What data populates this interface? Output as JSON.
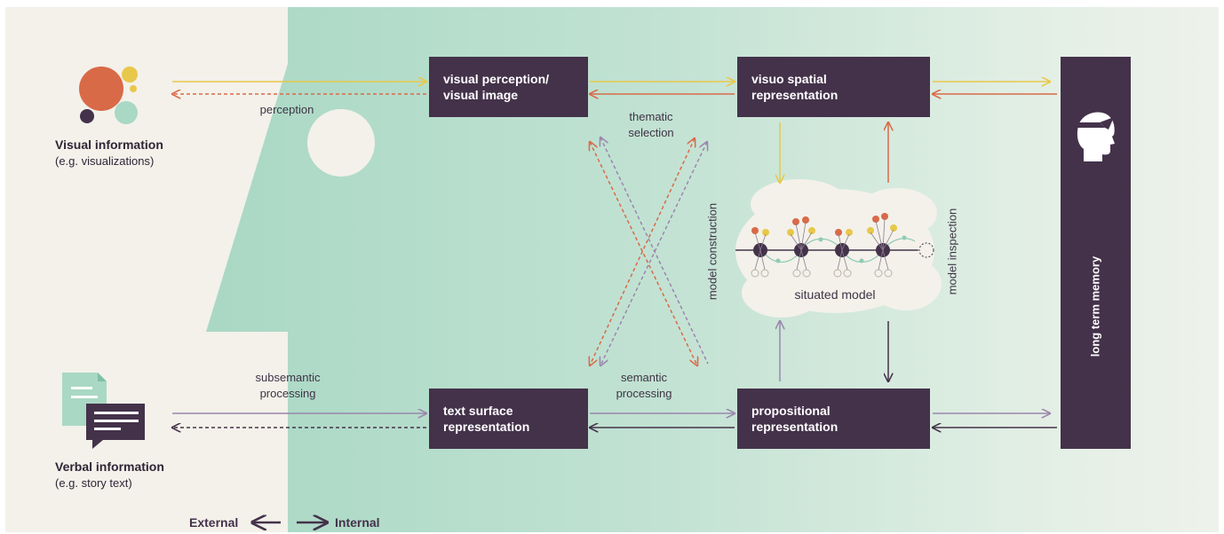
{
  "colors": {
    "background": "#f3f1ea",
    "internal_green": "#a9d8c4",
    "box_dark": "#44324a",
    "yellow": "#e8c84a",
    "orange": "#d96a48",
    "purple": "#9a86ad",
    "dark": "#44324a"
  },
  "sources": {
    "visual": {
      "title": "Visual information",
      "subtitle": "(e.g. visualizations)",
      "icon": "colored-circles-icon"
    },
    "verbal": {
      "title": "Verbal information",
      "subtitle": "(e.g. story text)",
      "icon": "document-speech-bubble-icon"
    }
  },
  "boxes": {
    "visual_perception": "visual perception/\nvisual image",
    "visuo_spatial": "visuo spatial\nrepresentation",
    "text_surface": "text surface\nrepresentation",
    "propositional": "propositional\nrepresentation",
    "long_term_memory": "long term memory"
  },
  "labels": {
    "perception": "perception",
    "thematic_selection": "thematic\nselection",
    "subsemantic_processing": "subsemantic\nprocessing",
    "semantic_processing": "semantic\nprocessing",
    "model_construction": "model construction",
    "model_inspection": "model inspection",
    "situated_model": "situated model"
  },
  "legend": {
    "external": "External",
    "internal": "Internal"
  },
  "icons": {
    "memory": "head-profile-icon"
  }
}
